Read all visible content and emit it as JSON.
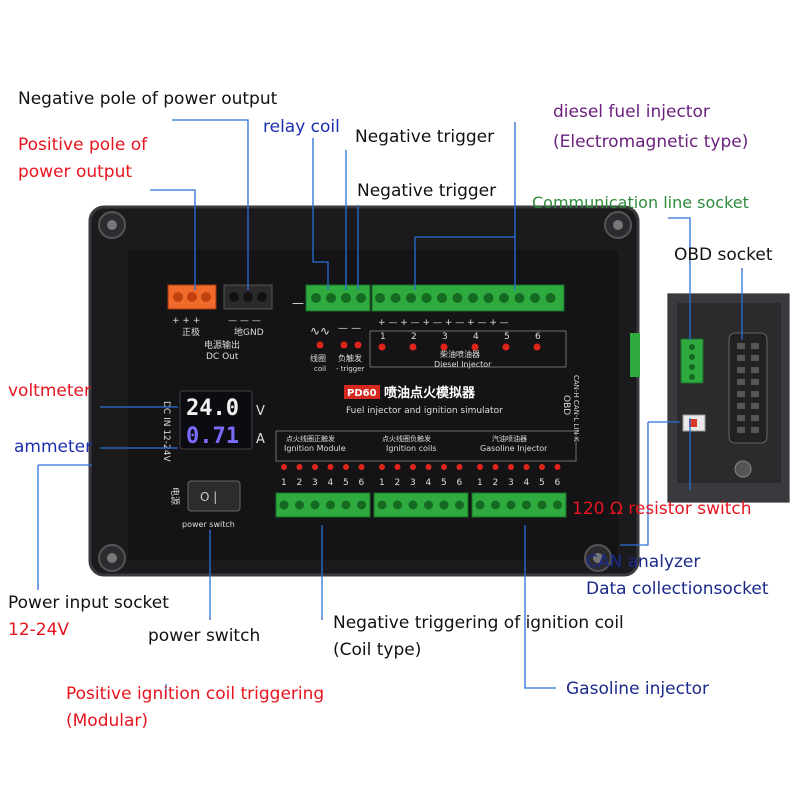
{
  "colors": {
    "black": "#111111",
    "red": "#e8141e",
    "blue": "#1a2fb0",
    "purple": "#6a1e7e",
    "green": "#2e8b3a",
    "line": "#2a6fd6",
    "terminal": "#2faa3f",
    "led": "#e0241a",
    "body": "#1b1b1d"
  },
  "labels": {
    "neg_power": "Negative pole of power output",
    "pos_power_1": "Positive pole of",
    "pos_power_2": "power output",
    "relay_coil": "relay coil",
    "neg_trigger_1": "Negative trigger",
    "neg_trigger_2": "Negative trigger",
    "diesel_1": "diesel fuel injector",
    "diesel_2": "(Electromagnetic type)",
    "comm_socket": "Communication line socket",
    "obd_socket": "OBD socket",
    "voltmeter": "voltmeter",
    "ammeter": "ammeter",
    "resistor_switch": "120 Ω resistor switch",
    "can_analyzer": "CAN analyzer",
    "data_socket": "Data collectionsocket",
    "power_input": "Power input socket",
    "power_input_v": "12-24V",
    "power_switch": "power switch",
    "neg_ign_coil_1": "Negative triggering of ignition coil",
    "neg_ign_coil_2": "(Coil type)",
    "gasoline_injector": "Gasoline injector",
    "pos_ign_coil_1": "Positive ignition coil triggering",
    "pos_ign_coil_2": "(Modular)"
  },
  "device": {
    "model": "PD60",
    "title_cn": "喷油点火模拟器",
    "subtitle": "Fuel injector and ignition simulator",
    "dc_out_cn": "电源输出",
    "dc_out": "DC Out",
    "pos_cn": "正极",
    "gnd": "地GND",
    "coil_cn": "线圈",
    "coil": "coil",
    "trigger_cn": "负触发",
    "trigger": "- trigger",
    "diesel_cn": "柴油喷油器",
    "diesel": "Diesel Injector",
    "dc_in": "DC IN 12-24V",
    "voltage": "24.0",
    "voltage_unit": "V",
    "current": "0.71",
    "current_unit": "A",
    "switch_cn": "电源",
    "power_switch": "power switch",
    "ign_module_cn": "点火线圈正触发",
    "ign_module": "Ignition Module",
    "ign_coils_cn": "点火线圈负触发",
    "ign_coils": "Ignition coils",
    "gas_inj_cn": "汽油喷油器",
    "gas_inj": "Gasoline Injector",
    "obd": "OBD",
    "can_labels": "CAN-H CAN-L LIN K",
    "channels": [
      "1",
      "2",
      "3",
      "4",
      "5",
      "6"
    ]
  }
}
